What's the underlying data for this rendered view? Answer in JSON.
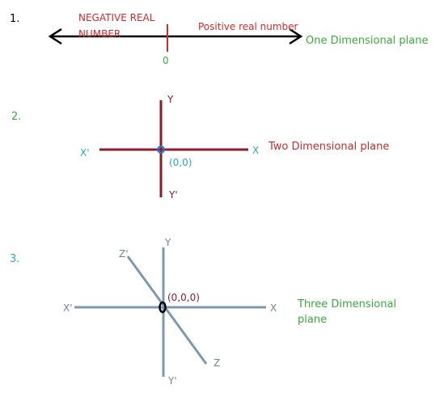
{
  "colors": {
    "black": "#000000",
    "red": "#cc2b2b",
    "green": "#3aab3a",
    "cyan": "#2aa6cf",
    "maroon": "#8b1c2c",
    "steel": "#7f98b2",
    "steel_text": "#6d86a2",
    "origin_dot": "#1f7bd6",
    "dark_text": "#222222"
  },
  "section1": {
    "number": "1.",
    "negative_label_line1": "NEGATIVE REAL",
    "negative_label_line2": "NUMBER",
    "positive_label": "Positive real number",
    "zero_label": "0",
    "plane_label": "One Dimensional plane"
  },
  "section2": {
    "number": "2.",
    "y_label": "Y",
    "y_prime_label": "Y'",
    "x_label": "X",
    "x_prime_label": "X'",
    "origin_label": "(0,0)",
    "plane_label": "Two Dimensional plane"
  },
  "section3": {
    "number": "3.",
    "y_label": "Y",
    "y_prime_label": "Y'",
    "x_label": "X",
    "x_prime_label": "X'",
    "z_label": "Z",
    "z_prime_label": "Z'",
    "origin_label": "(0,0,0)",
    "plane_label_line1": "Three Dimensional",
    "plane_label_line2": "plane"
  }
}
